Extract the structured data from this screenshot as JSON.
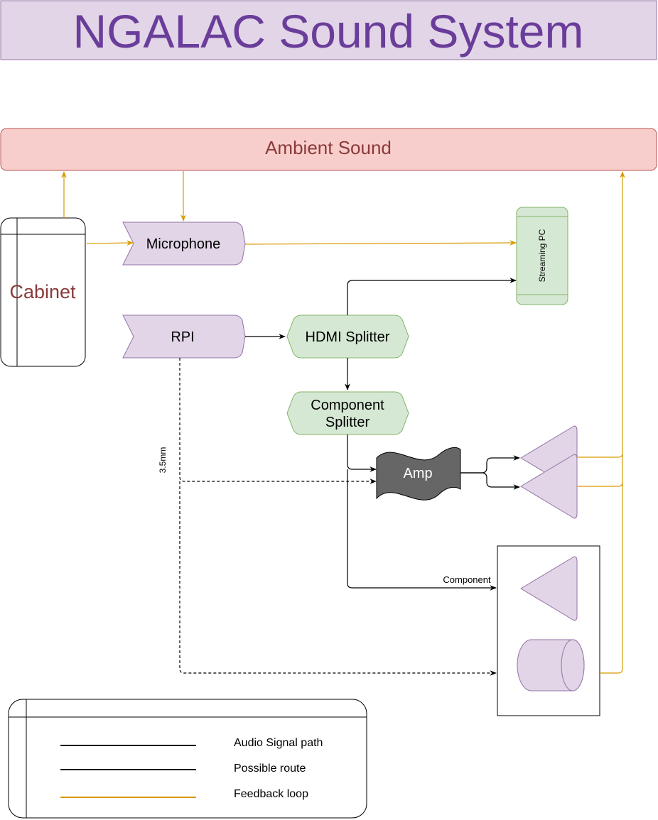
{
  "title": "NGALAC Sound System",
  "nodes": {
    "ambient": "Ambient Sound",
    "cabinet": "Cabinet",
    "microphone": "Microphone",
    "streaming_pc": "Streaming PC",
    "rpi": "RPI",
    "hdmi_splitter": "HDMI Splitter",
    "component_splitter_line1": "Component",
    "component_splitter_line2": "Splitter",
    "amp": "Amp"
  },
  "edge_labels": {
    "rpi_amp": "3.5mm",
    "component_tv": "Component"
  },
  "legend": {
    "items": [
      {
        "label": "Audio Signal path",
        "color": "#000000"
      },
      {
        "label": "Possible route",
        "color": "#000000"
      },
      {
        "label": "Feedback loop",
        "color": "#d79b00"
      }
    ]
  },
  "colors": {
    "title_fill": "#e1d5e7",
    "title_text": "#6a3d9a",
    "purple_fill": "#e1d5e7",
    "purple_stroke": "#9673a6",
    "green_fill": "#d5e8d4",
    "green_stroke": "#82b366",
    "red_fill": "#f8cecc",
    "red_stroke": "#b85450",
    "red_text": "#8b3a3a",
    "amp_fill": "#666666",
    "feedback": "#d79b00",
    "signal": "#000000"
  }
}
